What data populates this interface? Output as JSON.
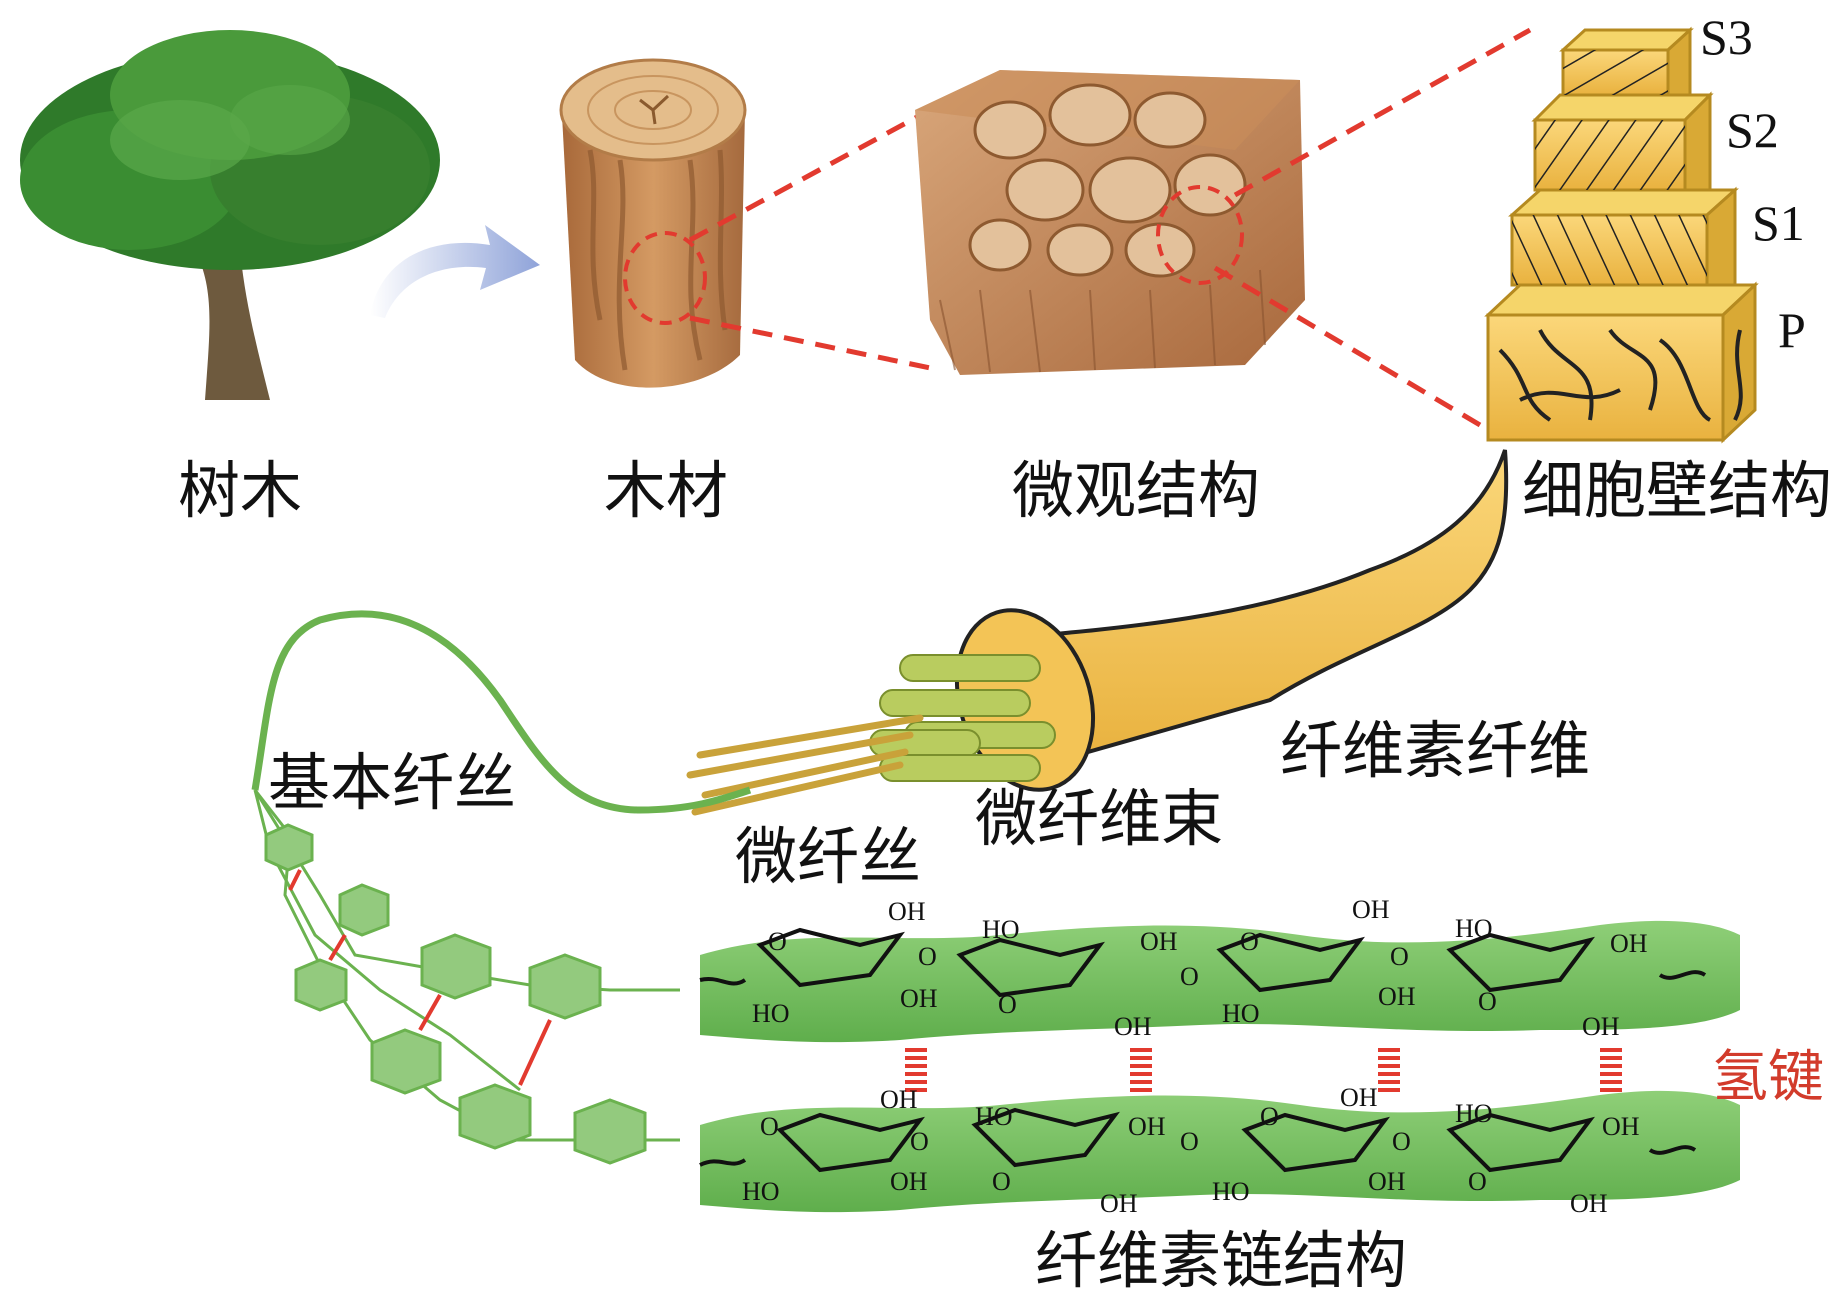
{
  "labels": {
    "tree": "树木",
    "wood": "木材",
    "microstructure": "微观结构",
    "cell_wall": "细胞壁结构",
    "cellulose_fiber": "纤维素纤维",
    "microfibril_bundle": "微纤维束",
    "microfibril": "微纤丝",
    "elementary_fibril": "基本纤丝",
    "hydrogen_bond": "氢键",
    "cellulose_chain": "纤维素链结构"
  },
  "cell_wall_layers": [
    "S3",
    "S2",
    "S1",
    "P"
  ],
  "chem": {
    "OH": "OH",
    "HO": "HO",
    "O": "O"
  },
  "colors": {
    "dashed_red": "#e23a2f",
    "chain_green": "#7bc266",
    "fibril_green": "#9ccf8a",
    "fiber_yellow": "#f7c85a",
    "wood_brown": "#c68a55",
    "tree_green": "#2f7a2a"
  }
}
